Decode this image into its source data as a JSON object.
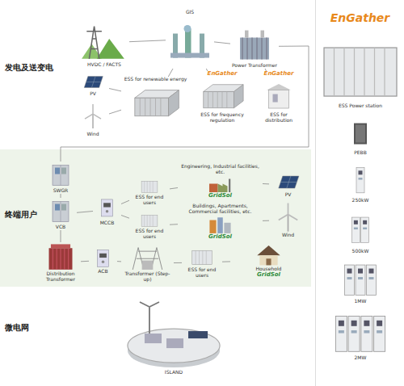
{
  "diagram": {
    "nodes": [
      {
        "text": [
          "发电及送变电"
        ]
      },
      {
        "text": [
          "HVDC / FACTS"
        ],
        "in": 0
      },
      {
        "text": [
          "GIS"
        ],
        "in": 0
      },
      {
        "text": [
          "Power Transformer"
        ],
        "in": 0
      },
      {
        "text": [
          "PV"
        ],
        "in": 0
      },
      {
        "text": [
          "Wind"
        ],
        "in": 0
      },
      {
        "text": [
          "ESS for renewable energy"
        ],
        "in": 0
      },
      {
        "text": [
          "EnGather",
          "ESS for frequency regulation"
        ],
        "in": 0
      },
      {
        "text": [
          "EnGather",
          "ESS for distribution"
        ],
        "in": 0
      },
      {
        "text": [
          "终端用户"
        ]
      },
      {
        "text": [
          "SWGR"
        ],
        "in": 9
      },
      {
        "text": [
          "VCB"
        ],
        "in": 9
      },
      {
        "text": [
          "Distribution Transformer"
        ],
        "in": 9
      },
      {
        "text": [
          "MCCB"
        ],
        "in": 9
      },
      {
        "text": [
          "ACB"
        ],
        "in": 9
      },
      {
        "text": [
          "ESS for end users"
        ],
        "in": 9
      },
      {
        "text": [
          "Engineering, Industrial facilities, etc.",
          "GridSol"
        ],
        "in": 9
      },
      {
        "text": [
          "PV"
        ],
        "in": 9
      },
      {
        "text": [
          "ESS for end users"
        ],
        "in": 9
      },
      {
        "text": [
          "Buildings, Apartments, Commercial facilities, etc.",
          "GridSol"
        ],
        "in": 9
      },
      {
        "text": [
          "Wind"
        ],
        "in": 9
      },
      {
        "text": [
          "Transformer (Step-up)"
        ],
        "in": 9
      },
      {
        "text": [
          "ESS for end users"
        ],
        "in": 9
      },
      {
        "text": [
          "Household",
          "GridSol"
        ],
        "in": 9
      },
      {
        "text": [
          "微电网"
        ]
      },
      {
        "text": [
          "ISLAND"
        ],
        "in": 24
      },
      {
        "text": [
          "EnGather"
        ]
      },
      {
        "text": [
          "ESS Power station"
        ],
        "in": 26
      },
      {
        "text": [
          "PEBB"
        ],
        "in": 26
      },
      {
        "text": [
          "250kW"
        ],
        "in": 26
      },
      {
        "text": [
          "500kW"
        ],
        "in": 26
      },
      {
        "text": [
          "1MW"
        ],
        "in": 26
      },
      {
        "text": [
          "2MW"
        ],
        "in": 26
      }
    ],
    "edges": [
      {
        "from": 1,
        "to": 2,
        "arrow": "none"
      },
      {
        "from": 2,
        "to": 3,
        "arrow": "none"
      },
      {
        "from": 4,
        "to": 6,
        "arrow": "none"
      },
      {
        "from": 5,
        "to": 6,
        "arrow": "none"
      },
      {
        "from": 6,
        "to": 2,
        "arrow": "none"
      },
      {
        "from": 7,
        "to": 2,
        "arrow": "none"
      },
      {
        "from": 8,
        "to": 3,
        "arrow": "none"
      },
      {
        "from": 3,
        "to": 10,
        "arrow": "none"
      },
      {
        "from": 10,
        "to": 11,
        "arrow": "none"
      },
      {
        "from": 11,
        "to": 12,
        "arrow": "none"
      },
      {
        "from": 11,
        "to": 13,
        "arrow": "none"
      },
      {
        "from": 12,
        "to": 14,
        "arrow": "none"
      },
      {
        "from": 13,
        "to": 15,
        "arrow": "none"
      },
      {
        "from": 13,
        "to": 18,
        "arrow": "none"
      },
      {
        "from": 14,
        "to": 21,
        "arrow": "none"
      },
      {
        "from": 21,
        "to": 22,
        "arrow": "none"
      },
      {
        "from": 22,
        "to": 23,
        "arrow": "none"
      },
      {
        "from": 15,
        "to": 16,
        "arrow": "none"
      },
      {
        "from": 18,
        "to": 19,
        "arrow": "none"
      },
      {
        "from": 17,
        "to": 16,
        "arrow": "none"
      },
      {
        "from": 20,
        "to": 19,
        "arrow": "none"
      }
    ]
  }
}
